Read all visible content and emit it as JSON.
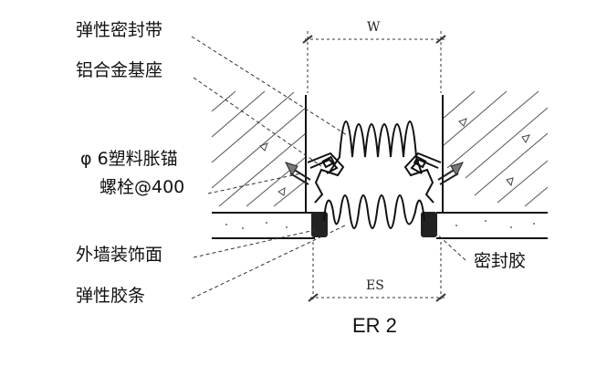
{
  "labels": {
    "elastic_band": "弹性密封带",
    "aluminum_base": "铝合金基座",
    "anchor_line1": "φ 6塑料胀锚",
    "anchor_line2": "螺栓@400",
    "wall_finish": "外墙装饰面",
    "elastic_strip": "弹性胶条",
    "sealant": "密封胶"
  },
  "dimensions": {
    "top": "W",
    "bottom": "ES"
  },
  "model": "ER 2"
}
